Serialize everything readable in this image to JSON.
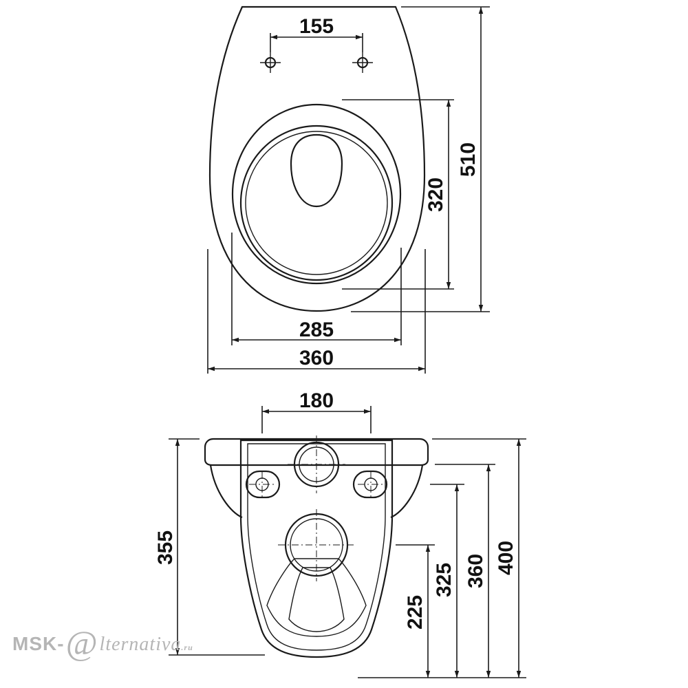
{
  "top_view": {
    "dim_hole_spacing": "155",
    "dim_inner_width": "285",
    "dim_outer_width": "360",
    "dim_bowl_length": "320",
    "dim_total_length": "510"
  },
  "bottom_view": {
    "dim_mount_spacing": "180",
    "dim_height_355": "355",
    "dim_height_225": "225",
    "dim_height_325": "325",
    "dim_height_360": "360",
    "dim_height_400": "400"
  },
  "watermark": {
    "prefix": "MSK-",
    "at": "@",
    "rest": "lternativa",
    "domain": ".ru"
  }
}
